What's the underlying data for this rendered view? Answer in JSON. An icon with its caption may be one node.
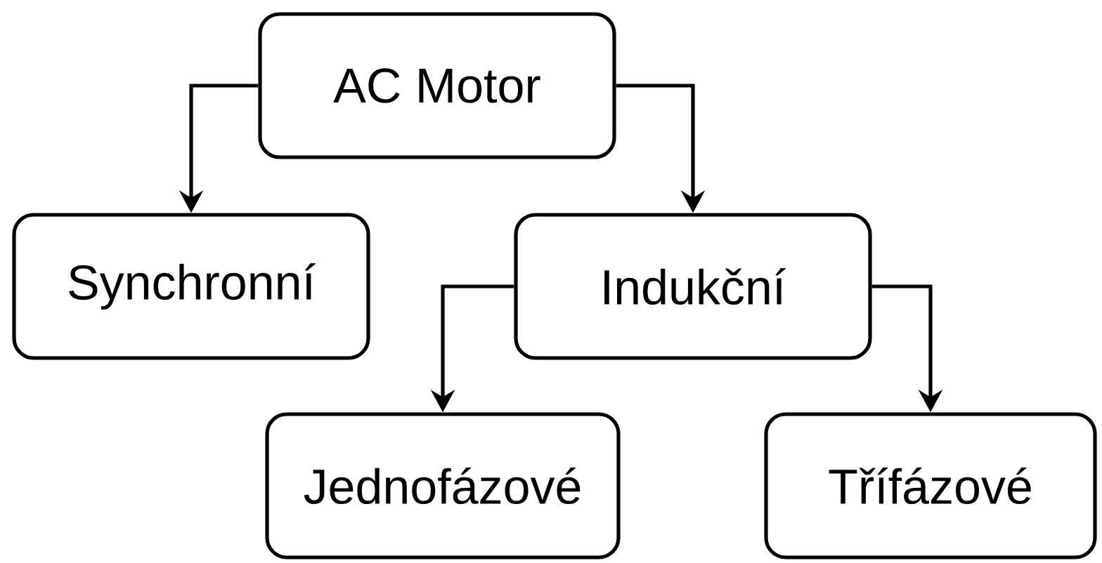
{
  "diagram": {
    "nodes": [
      {
        "text": [
          "AC Motor"
        ]
      },
      {
        "text": [
          "Synchronní"
        ]
      },
      {
        "text": [
          "Indukční"
        ]
      },
      {
        "text": [
          "Jednofázové"
        ]
      },
      {
        "text": [
          "Třífázové"
        ]
      }
    ],
    "edges": [
      {
        "from": 0,
        "to": 1,
        "arrow": "to"
      },
      {
        "from": 0,
        "to": 2,
        "arrow": "to"
      },
      {
        "from": 2,
        "to": 3,
        "arrow": "to"
      },
      {
        "from": 2,
        "to": 4,
        "arrow": "to"
      }
    ]
  }
}
